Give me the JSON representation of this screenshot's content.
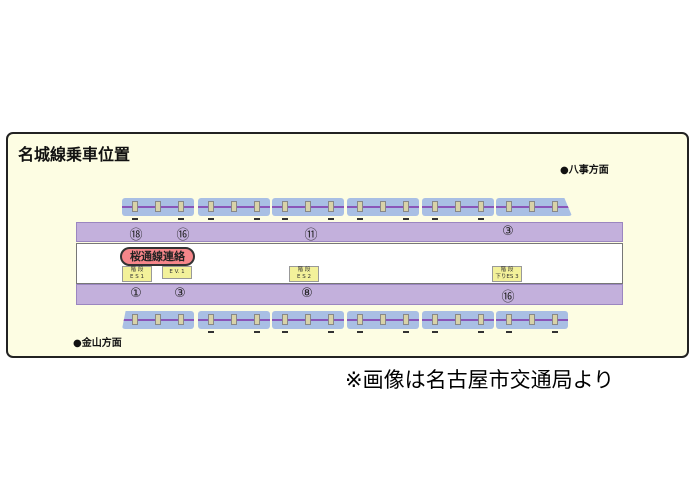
{
  "title": "名城線乗車位置",
  "direction_top": "●八事方面",
  "direction_bottom": "●金山方面",
  "transfer_badge": "桜通線連絡",
  "top_positions": [
    "⑱",
    "⑯",
    "⑪",
    "③"
  ],
  "bottom_positions": [
    "①",
    "③",
    "⑧",
    "⑯"
  ],
  "signs": [
    {
      "l1": "階 段",
      "l2": "E S 1"
    },
    {
      "l1": "",
      "l2": "E V. 1"
    },
    {
      "l1": "階 段",
      "l2": "E S 2"
    },
    {
      "l1": "階 段",
      "l2": "下りES 3"
    }
  ],
  "footer": "※画像は名古屋市交通局より",
  "colors": {
    "panel": "#fdfde3",
    "strip": "#c3b0dc",
    "car": "#a9bfe4",
    "badge": "#f6868a"
  }
}
